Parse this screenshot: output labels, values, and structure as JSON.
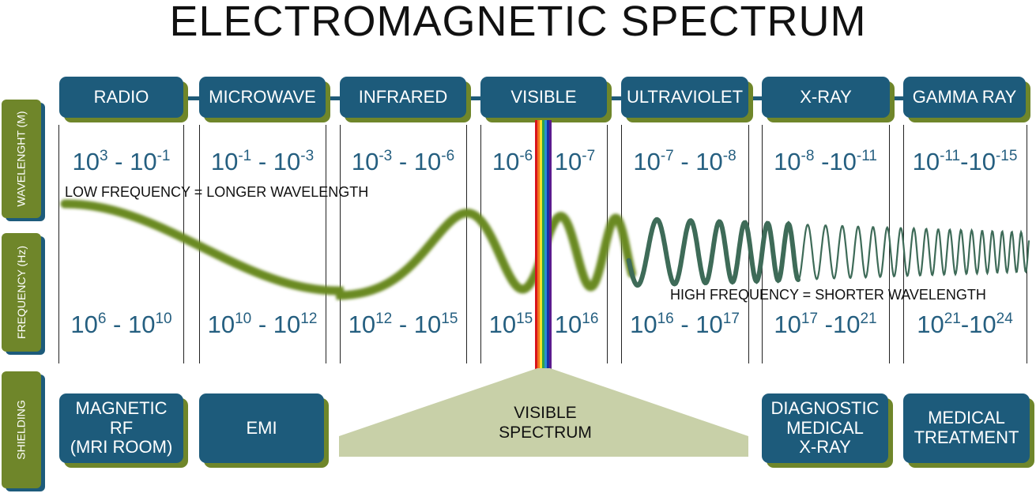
{
  "title": "ELECTROMAGNETIC SPECTRUM",
  "side_labels": {
    "wavelength": "WAVELENGHT (M)",
    "frequency": "FREQUENCY (Hz)",
    "shielding": "SHIELDING"
  },
  "bands": [
    {
      "name": "RADIO",
      "wl_a": "10",
      "wl_a_exp": "3",
      "wl_b": "10",
      "wl_b_exp": "-1",
      "wl_sep": " - ",
      "fr_a": "10",
      "fr_a_exp": "6",
      "fr_b": "10",
      "fr_b_exp": "10",
      "fr_sep": " - "
    },
    {
      "name": "MICROWAVE",
      "wl_a": "10",
      "wl_a_exp": "-1",
      "wl_b": "10",
      "wl_b_exp": "-3",
      "wl_sep": " - ",
      "fr_a": "10",
      "fr_a_exp": "10",
      "fr_b": "10",
      "fr_b_exp": "12",
      "fr_sep": " - "
    },
    {
      "name": "INFRARED",
      "wl_a": "10",
      "wl_a_exp": "-3",
      "wl_b": "10",
      "wl_b_exp": "-6",
      "wl_sep": " - ",
      "fr_a": "10",
      "fr_a_exp": "12",
      "fr_b": "10",
      "fr_b_exp": "15",
      "fr_sep": " - "
    },
    {
      "name": "VISIBLE",
      "wl_a": "10",
      "wl_a_exp": "-6",
      "wl_b": "10",
      "wl_b_exp": "-7",
      "wl_sep": " - ",
      "fr_a": "10",
      "fr_a_exp": "15",
      "fr_b": "10",
      "fr_b_exp": "16",
      "fr_sep": " - "
    },
    {
      "name": "ULTRAVIOLET",
      "wl_a": "10",
      "wl_a_exp": "-7",
      "wl_b": "10",
      "wl_b_exp": "-8",
      "wl_sep": " - ",
      "fr_a": "10",
      "fr_a_exp": "16",
      "fr_b": "10",
      "fr_b_exp": "17",
      "fr_sep": " - "
    },
    {
      "name": "X-RAY",
      "wl_a": "10",
      "wl_a_exp": "-8",
      "wl_b": "10",
      "wl_b_exp": "-11",
      "wl_sep": " -",
      "fr_a": "10",
      "fr_a_exp": "17",
      "fr_b": "10",
      "fr_b_exp": "21",
      "fr_sep": " -"
    },
    {
      "name": "GAMMA RAY",
      "wl_a": "10",
      "wl_a_exp": "-11",
      "wl_b": "10",
      "wl_b_exp": "-15",
      "wl_sep": "-",
      "fr_a": "10",
      "fr_a_exp": "21",
      "fr_b": "10",
      "fr_b_exp": "24",
      "fr_sep": "-"
    }
  ],
  "notes": {
    "low": "LOW FREQUENCY = LONGER WAVELENGTH",
    "high": "HIGH FREQUENCY = SHORTER WAVELENGTH"
  },
  "shielding": {
    "magnetic": [
      "MAGNETIC",
      "RF",
      "(MRI ROOM)"
    ],
    "emi": "EMI",
    "visible": [
      "VISIBLE",
      "SPECTRUM"
    ],
    "diagnostic": [
      "DIAGNOSTIC",
      "MEDICAL",
      "X-RAY"
    ],
    "medical": [
      "MEDICAL",
      "TREATMENT"
    ]
  },
  "colors": {
    "box_blue": "#1d5b7b",
    "box_shadow_green": "#6f862a",
    "value_blue": "#255f80",
    "wave_green": "#6b8a22",
    "wave_teal": "#3e6b58",
    "trapezoid": "#c8d0a8"
  },
  "rainbow_colors": [
    "#d9141b",
    "#f0731e",
    "#f7e32a",
    "#2ea34a",
    "#2a8fd2",
    "#1b2fa3",
    "#5b1b8e"
  ]
}
